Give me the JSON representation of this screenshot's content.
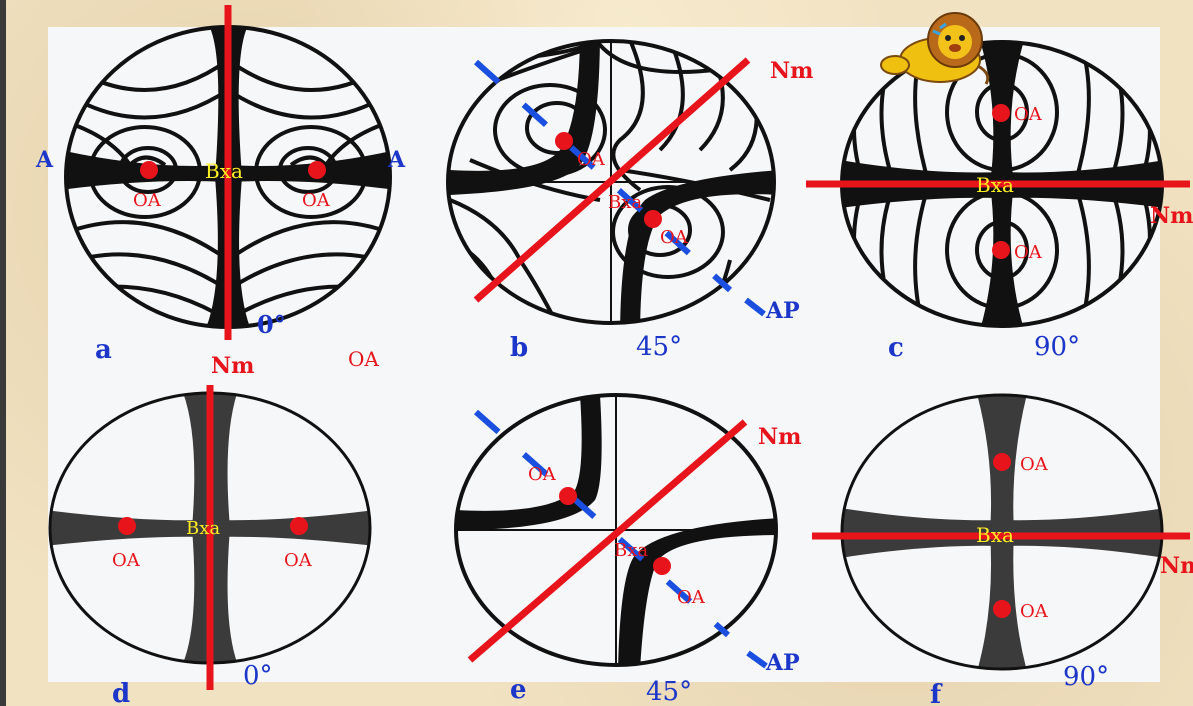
{
  "panels": {
    "a": {
      "letter": "a",
      "angle": "0°",
      "axis_label": "Nm",
      "center_label": "Bxa",
      "oa_label": "OA",
      "edge_label": "A",
      "free_label": "OA"
    },
    "b": {
      "letter": "b",
      "angle": "45°",
      "axis_label": "Nm",
      "center_label": "Bxa",
      "oa_label": "OA",
      "ap_label": "AP"
    },
    "c": {
      "letter": "c",
      "angle": "90°",
      "axis_label": "Nm",
      "center_label": "Bxa",
      "oa_label": "OA"
    },
    "d": {
      "letter": "d",
      "angle": "0°",
      "center_label": "Bxa",
      "oa_label": "OA"
    },
    "e": {
      "letter": "e",
      "angle": "45°",
      "axis_label": "Nm",
      "center_label": "Bxa",
      "oa_label": "OA",
      "ap_label": "AP"
    },
    "f": {
      "letter": "f",
      "angle": "90°",
      "axis_label": "Nm",
      "center_label": "Bxa",
      "oa_label": "OA"
    }
  },
  "colors": {
    "axis": "#e8141c",
    "oa_dot": "#e8141c",
    "label_blue": "#1b36c9",
    "center_yellow": "#ffee22",
    "isogyre_black": "#111111",
    "isogyre_gray": "#3b3b3b",
    "ap_blue": "#1a4fe0",
    "panel_bg": "#f6f7f8"
  },
  "icons": {
    "mascot": "lion-icon"
  }
}
